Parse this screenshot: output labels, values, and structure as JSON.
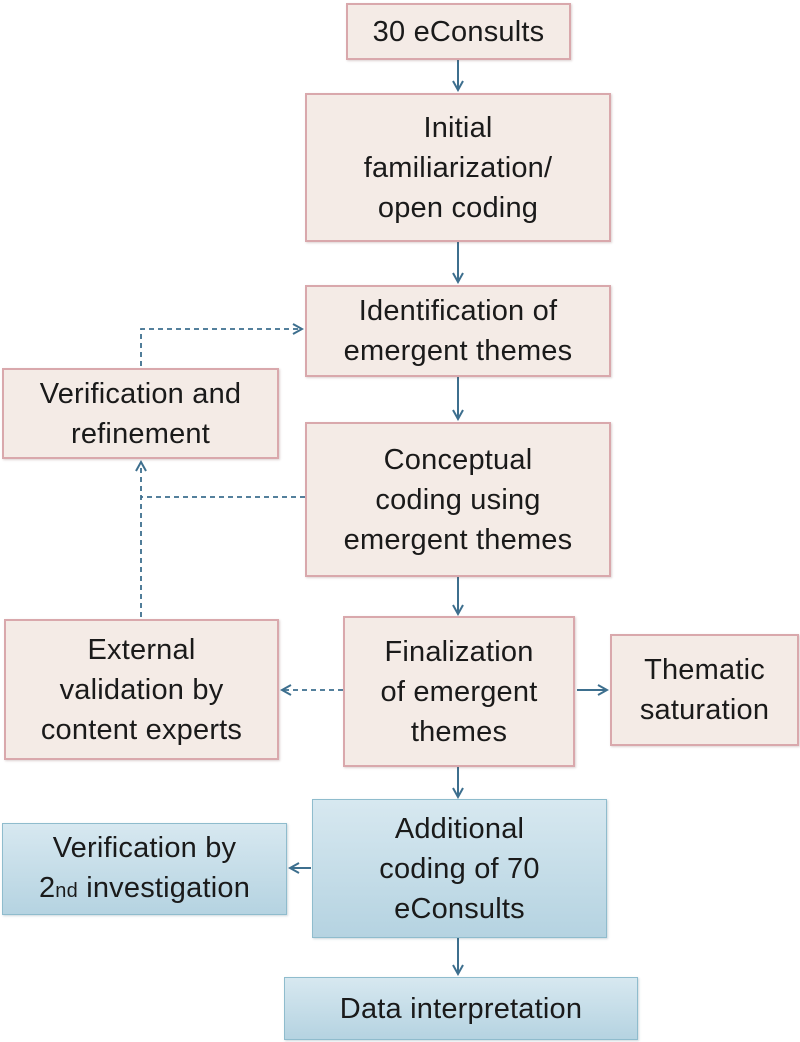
{
  "nodes": {
    "econsults30": {
      "lines": [
        "30 eConsults"
      ]
    },
    "initial": {
      "lines": [
        "Initial",
        "familiarization/",
        "open coding"
      ]
    },
    "identification": {
      "lines": [
        "Identification of",
        "emergent themes"
      ]
    },
    "verification_refinement": {
      "lines": [
        "Verification and",
        "refinement"
      ]
    },
    "conceptual": {
      "lines": [
        "Conceptual",
        "coding using",
        "emergent themes"
      ]
    },
    "external": {
      "lines": [
        "External",
        "validation by",
        "content experts"
      ]
    },
    "finalization": {
      "lines": [
        "Finalization",
        "of emergent",
        "themes"
      ]
    },
    "saturation": {
      "lines": [
        "Thematic",
        "saturation"
      ]
    },
    "additional": {
      "lines": [
        "Additional",
        "coding of 70",
        "eConsults"
      ]
    },
    "verification2": {
      "line1": "Verification by",
      "line2_num": "2",
      "line2_ord": "nd",
      "line2_rest": " investigation"
    },
    "interpretation": {
      "lines": [
        "Data interpretation"
      ]
    }
  },
  "colors": {
    "pink_fill": "#f4ebe6",
    "pink_border": "#d9a8ac",
    "blue_fill": "#c6dde9",
    "blue_border": "#8fbccd",
    "arrow": "#3d6f8e"
  }
}
